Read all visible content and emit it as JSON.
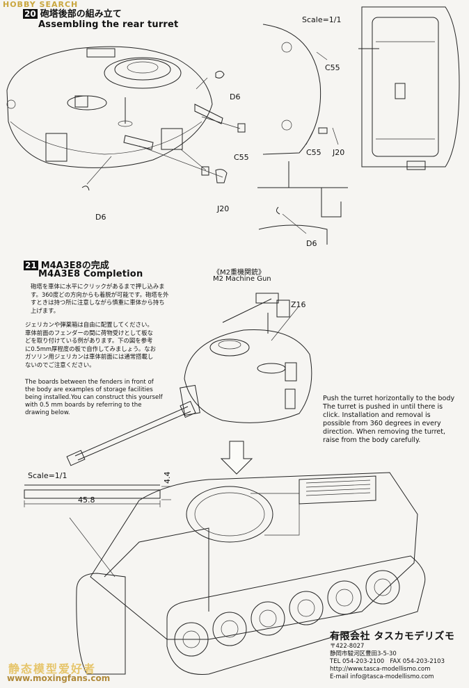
{
  "header_logo": "HOBBY SEARCH",
  "step20": {
    "number": "20",
    "title_jp": "砲塔後部の組み立て",
    "title_en": "Assembling the rear turret",
    "scale": "Scale=1/1",
    "parts": [
      "D6",
      "C55",
      "J20",
      "D6",
      "C55",
      "C55",
      "J20",
      "D6"
    ]
  },
  "step21": {
    "number": "21",
    "title_jp": "M4A3E8の完成",
    "title_en": "M4A3E8 Completion",
    "jp_note_1": "砲塔を車体に水平にクリックがあるまで押し込みます。360度どの方向からも着脱が可能です。砲塔を外すときは持つ所に注意しながら慎重に車体から持ち上げます。",
    "jp_note_2": "ジェリカンや弾薬箱は自由に配置してください。車体前面のフェンダーの間に荷物受けとして板などを取り付けている例があります。下の図を参考に0.5mm厚程度の板で自作してみましょう。なおガソリン用ジェリカンは車体前面には通常搭載しないのでご注意ください。",
    "en_note": "The boards between the fenders in front of the body are examples of storage facilities being installed.You can construct this yourself with 0.5 mm boards by referring to the drawing below.",
    "mg_label_jp": "《M2重機関銃》",
    "mg_label_en": "M2 Machine Gun",
    "part_z16": "Z16",
    "push_note": "Push the turret horizontally to the body The turret is pushed in until there is click. Installation and removal is possible from 360 degrees in every direction. When removing the turret, raise from the body carefully.",
    "scale": "Scale=1/1",
    "board_width": "45.8",
    "board_height": "4.4"
  },
  "company": {
    "name": "有限会社 タスカモデリズモ",
    "postal": "〒422-8027",
    "address": "静岡市駿河区豊田3-5-30",
    "tel": "TEL   054-203-2100",
    "fax": "FAX   054-203-2103",
    "url": "http://www.tasca-modellismo.com",
    "email": "E-mail info@tasca-modellismo.com"
  },
  "watermark": {
    "text": "静态模型爱好者",
    "url": "www.moxingfans.com"
  }
}
